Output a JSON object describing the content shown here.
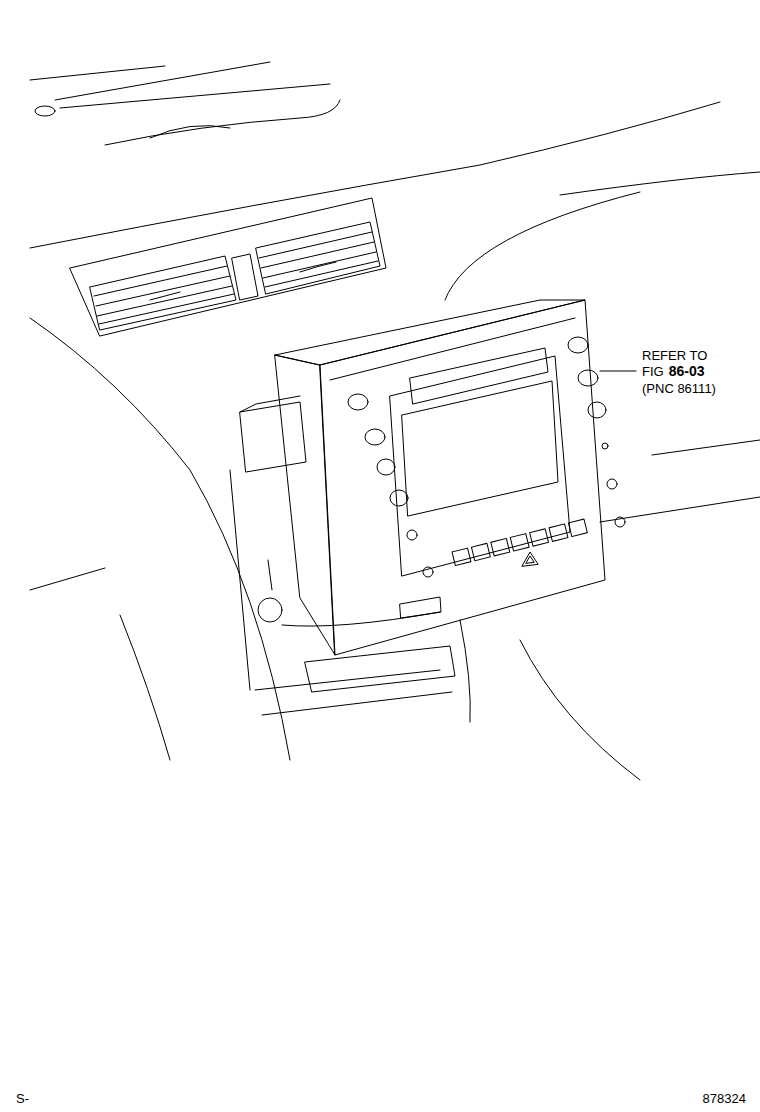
{
  "diagram": {
    "labels": [
      "REFER TO",
      "FIG",
      "86-03",
      "(PNC 86111)",
      "S-",
      "878324"
    ]
  }
}
